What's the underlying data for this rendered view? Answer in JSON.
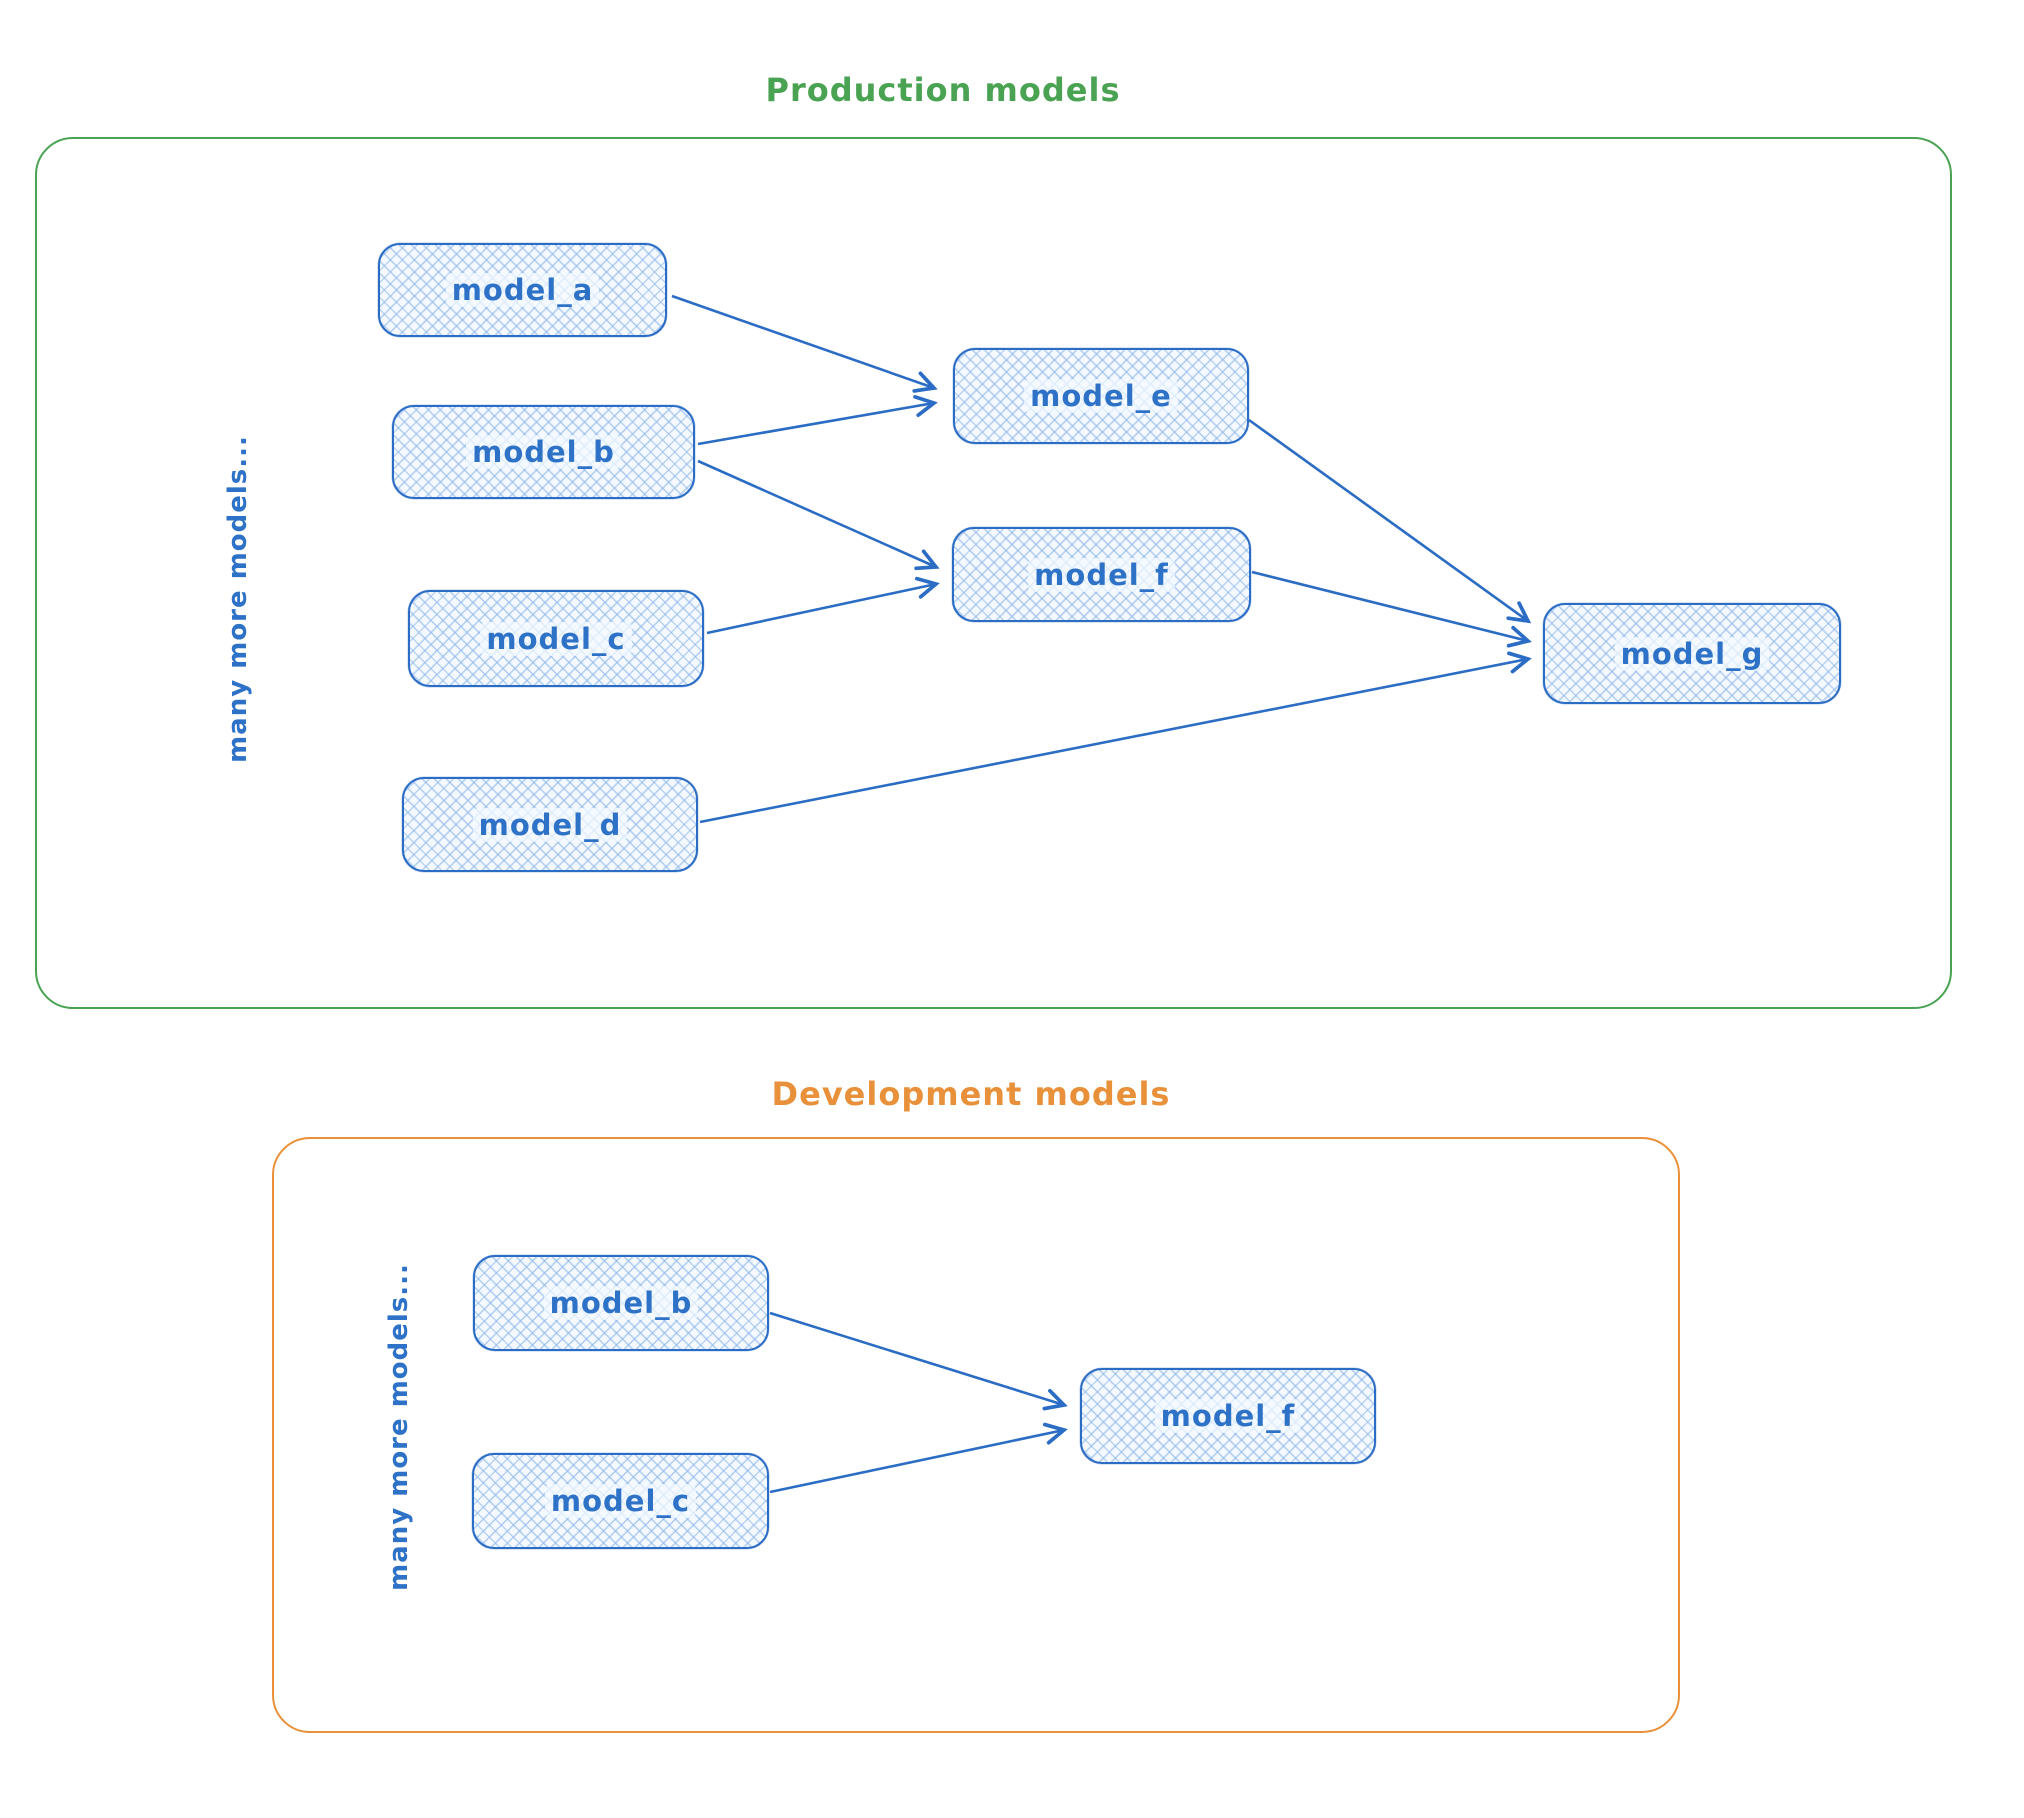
{
  "sections": {
    "production": {
      "title": "Production models",
      "side_label": "many more models...",
      "accent_color": "#49a353",
      "nodes": [
        {
          "id": "model_a",
          "label": "model_a"
        },
        {
          "id": "model_b",
          "label": "model_b"
        },
        {
          "id": "model_c",
          "label": "model_c"
        },
        {
          "id": "model_d",
          "label": "model_d"
        },
        {
          "id": "model_e",
          "label": "model_e"
        },
        {
          "id": "model_f",
          "label": "model_f"
        },
        {
          "id": "model_g",
          "label": "model_g"
        }
      ],
      "edges": [
        {
          "from": "model_a",
          "to": "model_e"
        },
        {
          "from": "model_b",
          "to": "model_e"
        },
        {
          "from": "model_b",
          "to": "model_f"
        },
        {
          "from": "model_c",
          "to": "model_f"
        },
        {
          "from": "model_e",
          "to": "model_g"
        },
        {
          "from": "model_f",
          "to": "model_g"
        },
        {
          "from": "model_d",
          "to": "model_g"
        }
      ]
    },
    "development": {
      "title": "Development models",
      "side_label": "many more models...",
      "accent_color": "#e8913a",
      "nodes": [
        {
          "id": "model_b",
          "label": "model_b"
        },
        {
          "id": "model_c",
          "label": "model_c"
        },
        {
          "id": "model_f",
          "label": "model_f"
        }
      ],
      "edges": [
        {
          "from": "model_b",
          "to": "model_f"
        },
        {
          "from": "model_c",
          "to": "model_f"
        }
      ]
    }
  },
  "colors": {
    "node_stroke": "#2b6cc4",
    "node_text": "#2e72c8",
    "node_fill_hatch": "#8cb4e9",
    "production_accent": "#49a353",
    "development_accent": "#e8913a"
  }
}
